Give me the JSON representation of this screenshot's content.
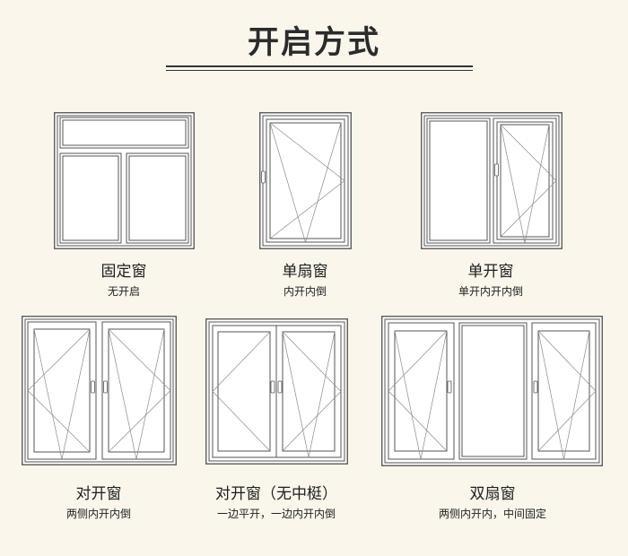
{
  "title": "开启方式",
  "windows": [
    {
      "name": "固定窗",
      "desc": "无开启"
    },
    {
      "name": "单扇窗",
      "desc": "内开内倒"
    },
    {
      "name": "单开窗",
      "desc": "单开内开内倒"
    },
    {
      "name": "对开窗",
      "desc": "两侧内开内倒"
    },
    {
      "name": "对开窗（无中梃）",
      "desc": "一边平开，一边内开内倒"
    },
    {
      "name": "双扇窗",
      "desc": "两侧内开内，中间固定"
    }
  ],
  "colors": {
    "background": "#faf6ec",
    "frame_line": "#4f4f4f",
    "opening_line": "#8a8a8a",
    "text": "#222222"
  }
}
